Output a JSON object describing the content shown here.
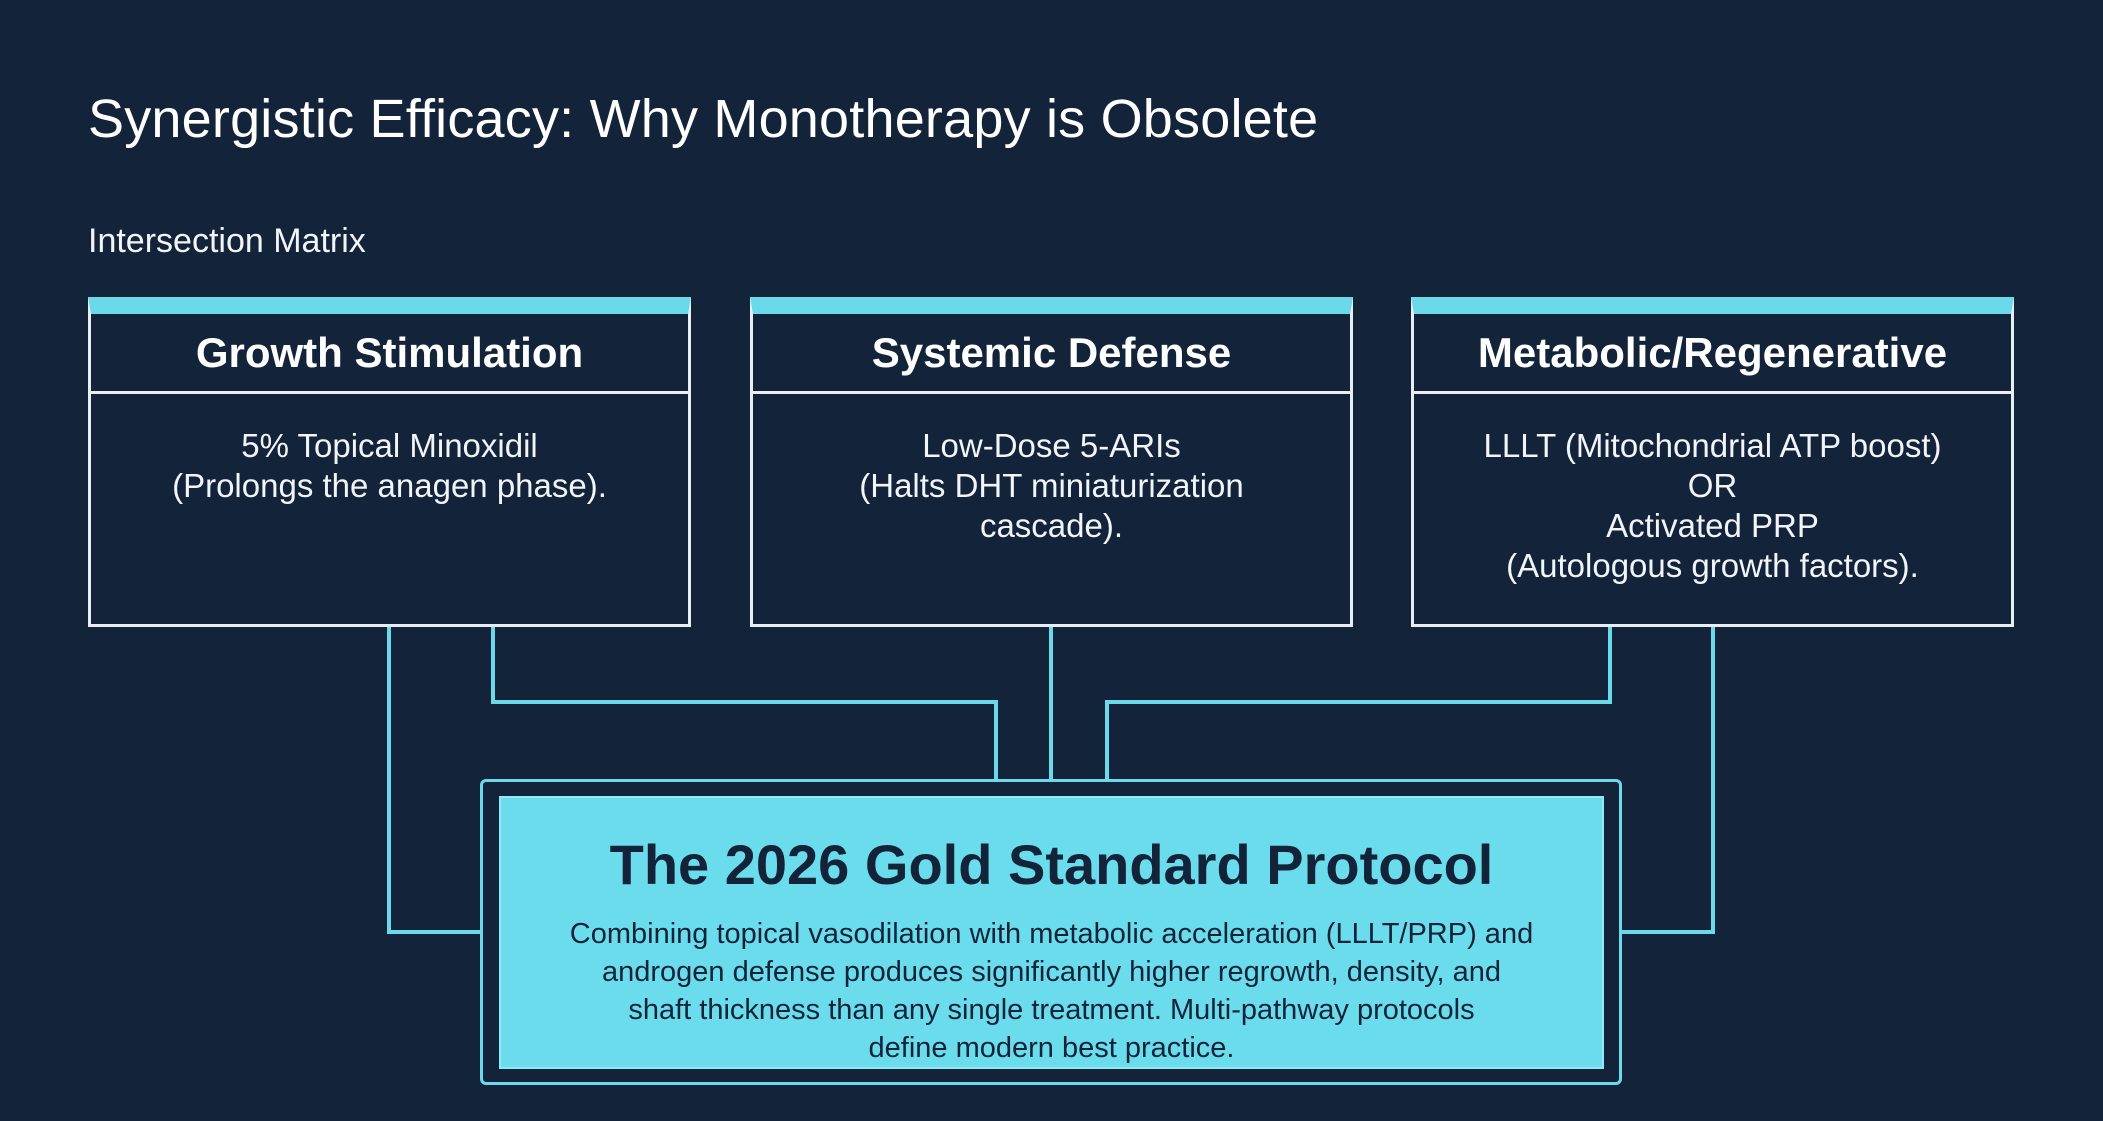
{
  "title": "Synergistic Efficacy: Why Monotherapy is Obsolete",
  "subtitle": "Intersection Matrix",
  "colors": {
    "background": "#13233a",
    "accent": "#6ad9ea",
    "card_border": "#e9eef4",
    "protocol_fill": "#6adcec",
    "protocol_text": "#12233a"
  },
  "cards": [
    {
      "header": "Growth Stimulation",
      "lines": [
        "5% Topical Minoxidil",
        "(Prolongs the anagen phase)."
      ]
    },
    {
      "header": "Systemic Defense",
      "lines": [
        "Low-Dose 5-ARIs",
        "(Halts DHT miniaturization",
        "cascade)."
      ]
    },
    {
      "header": "Metabolic/Regenerative",
      "lines": [
        "LLLT (Mitochondrial ATP boost)",
        "OR",
        "Activated PRP",
        "(Autologous growth factors)."
      ]
    }
  ],
  "protocol": {
    "title": "The 2026 Gold Standard Protocol",
    "lines": [
      "Combining topical vasodilation with metabolic acceleration (LLLT/PRP) and",
      "androgen defense produces significantly higher regrowth, density, and",
      "shaft thickness than any single treatment. Multi-pathway protocols",
      "define modern best practice."
    ]
  }
}
